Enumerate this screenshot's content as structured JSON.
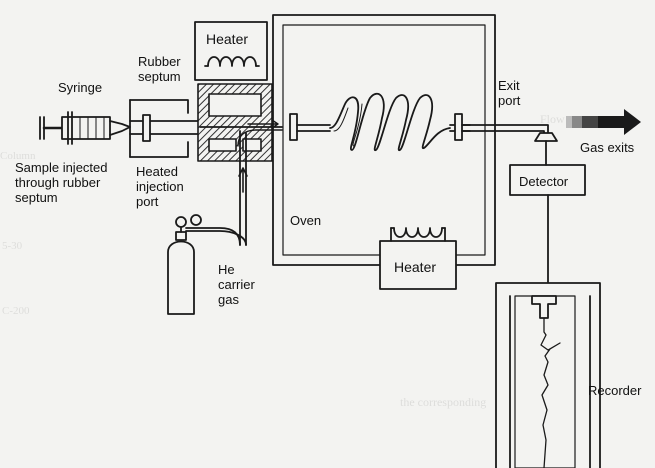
{
  "labels": {
    "syringe": "Syringe",
    "rubber_septum": "Rubber\nseptum",
    "heater_top": "Heater",
    "sample_injected": "Sample injected\nthrough rubber\nseptum",
    "heated_injection_port": "Heated\ninjection\nport",
    "he_carrier_gas": "He\ncarrier\ngas",
    "oven": "Oven",
    "heater_bottom": "Heater",
    "exit_port": "Exit\nport",
    "gas_exits": "Gas exits",
    "detector": "Detector",
    "recorder": "Recorder"
  },
  "colors": {
    "ink": "#1a1a1a",
    "hatch": "#333333",
    "paper": "#f3f3f1"
  }
}
